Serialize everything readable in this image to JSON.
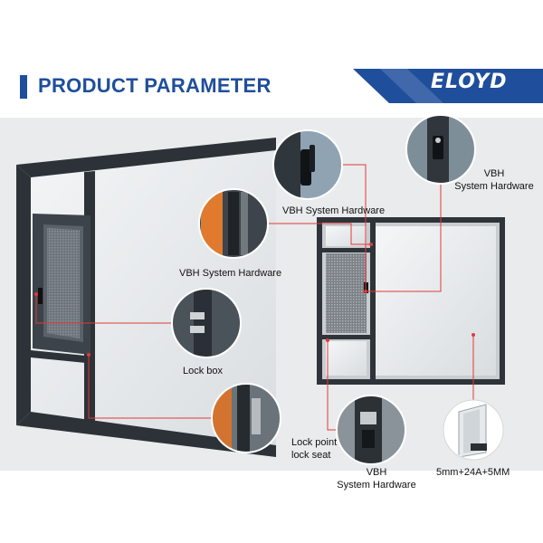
{
  "header": {
    "title": "PRODUCT PARAMETER",
    "brand": "ELOYD",
    "accent_color": "#1f4e9c"
  },
  "callouts": {
    "vbh_top": "VBH System Hardware",
    "vbh_right_line1": "VBH",
    "vbh_right_line2": "System Hardware",
    "vbh_left": "VBH System Hardware",
    "lock_box": "Lock box",
    "lock_point_line1": "Lock point",
    "lock_point_line2": "lock seat",
    "vbh_bottom_line1": "VBH",
    "vbh_bottom_line2": "System Hardware",
    "glass": "5mm+24A+5MM"
  },
  "icons": [
    "handle-detail-icon",
    "lock-detail-icon",
    "hinge-detail-icon",
    "glass-section-icon"
  ]
}
